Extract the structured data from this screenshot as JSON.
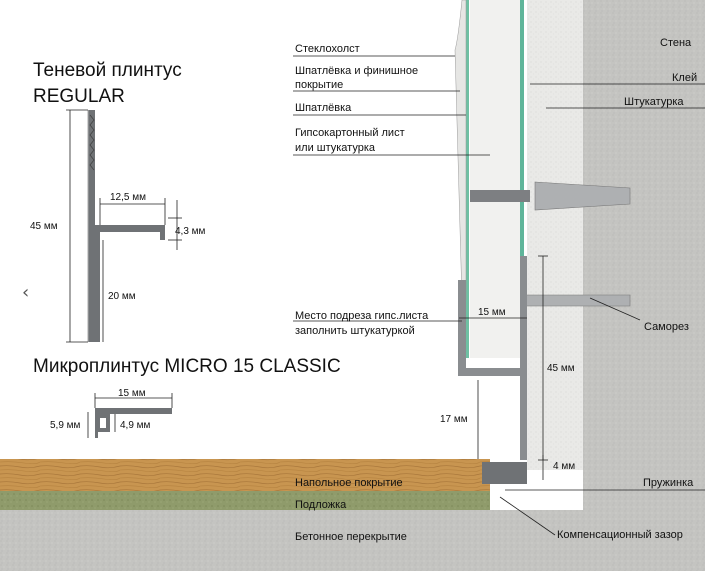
{
  "profiles": {
    "regular": {
      "title_line1": "Теневой плинтус",
      "title_line2": "REGULAR",
      "dims": {
        "height": "45 мм",
        "depth": "12,5 мм",
        "lip": "4,3 мм",
        "gap": "20 мм"
      }
    },
    "micro": {
      "title": "Микроплинтус MICRO 15 CLASSIC",
      "dims": {
        "width": "15 мм",
        "outer_height": "5,9 мм",
        "inner_height": "4,9 мм"
      }
    }
  },
  "section": {
    "left_labels": [
      "Стеклохолст",
      "Шпатлёвка и финишное",
      "покрытие",
      "Шпатлёвка",
      "Гипсокартонный лист",
      "или штукатурка"
    ],
    "cut_label_line1": "Место подреза гипс.листа",
    "cut_label_line2": "заполнить штукатуркой",
    "right_labels": {
      "wall": "Стена",
      "glue": "Клей",
      "plaster": "Штукатурка",
      "screw": "Саморез",
      "spring": "Пружинка",
      "gap": "Компенсационный зазор"
    },
    "floor_labels": {
      "floor_cover": "Напольное покрытие",
      "underlay": "Подложка",
      "slab": "Бетонное перекрытие"
    },
    "dims": {
      "profile_depth": "15 мм",
      "profile_height": "45 мм",
      "gap_height": "17 мм",
      "bottom_gap": "4 мм"
    }
  },
  "colors": {
    "concrete": "#b9b9b6",
    "wood": "#c9964f",
    "underlay": "#8e9a6a",
    "aluminum": "#8a8d90",
    "glass_green": "#5fb59a"
  },
  "nav": {
    "prev_icon": "‹"
  }
}
